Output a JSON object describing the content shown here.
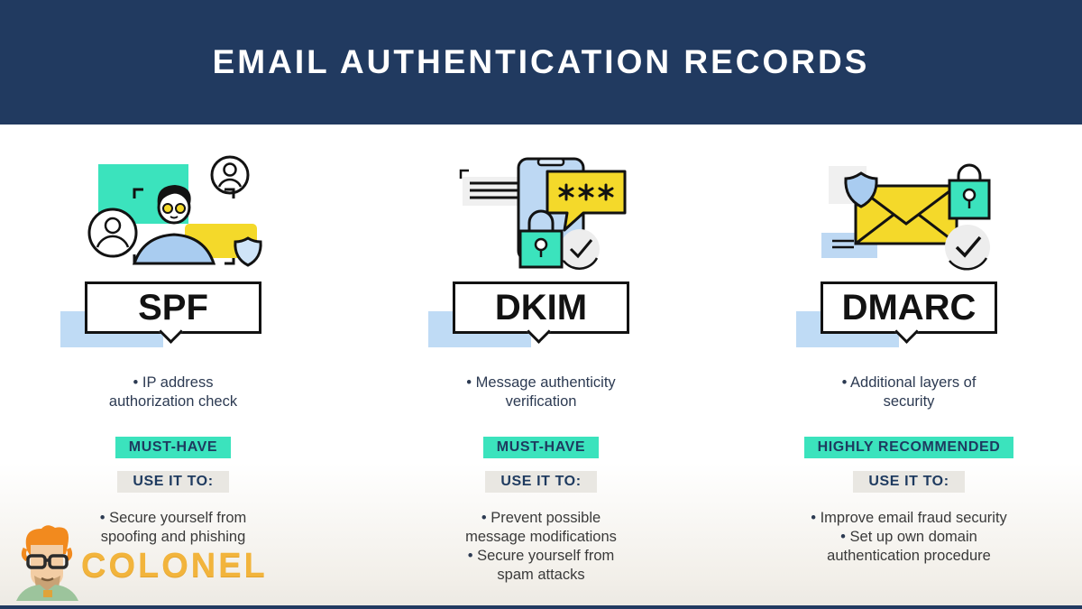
{
  "header": {
    "title": "EMAIL AUTHENTICATION RECORDS"
  },
  "columns": [
    {
      "name": "SPF",
      "features": [
        "IP address authorization check"
      ],
      "importance": "MUST-HAVE",
      "use_label": "USE IT TO:",
      "uses": [
        "Secure yourself from spoofing and phishing"
      ]
    },
    {
      "name": "DKIM",
      "features": [
        "Message authenticity verification"
      ],
      "importance": "MUST-HAVE",
      "use_label": "USE IT TO:",
      "uses": [
        "Prevent possible message modifications",
        "Secure yourself from spam attacks"
      ]
    },
    {
      "name": "DMARC",
      "features": [
        "Additional layers of security"
      ],
      "importance": "HIGHLY RECOMMENDED",
      "use_label": "USE IT TO:",
      "uses": [
        "Improve email fraud security",
        "Set up own domain authentication procedure"
      ]
    }
  ],
  "logo": {
    "text": "COLONEL"
  },
  "colors": {
    "header_bg": "#213a60",
    "accent_green": "#3be3bd",
    "accent_light_blue": "#bfdbf5",
    "accent_yellow": "#f4d92a",
    "badge_gray_bg": "#e9e7e2",
    "badge_text_navy": "#1e3a5f",
    "logo_yellow": "#f2b43c"
  }
}
